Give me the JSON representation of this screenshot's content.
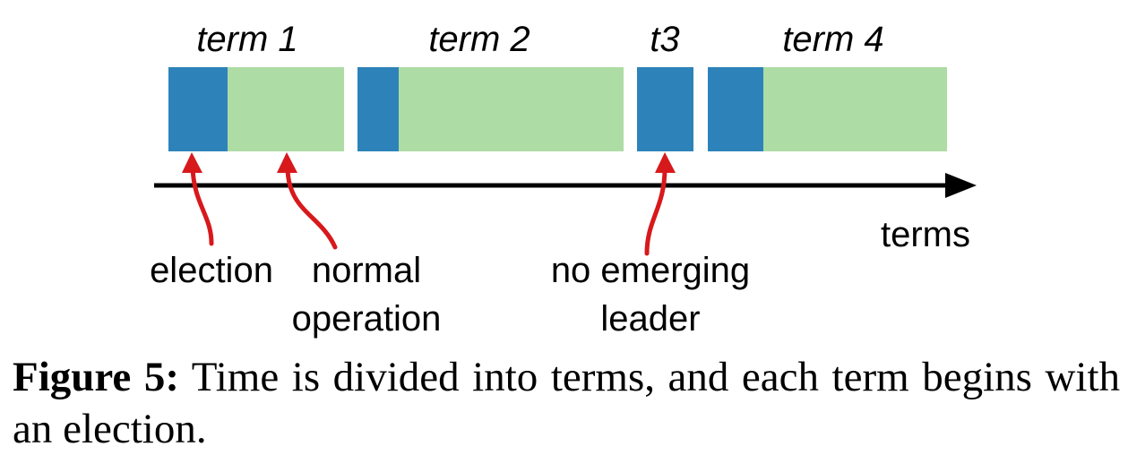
{
  "colors": {
    "election": "#2d83b9",
    "operation": "#addca4",
    "arrow": "#d7191c",
    "axis": "#000000"
  },
  "terms": [
    {
      "label": "term 1",
      "has_operation": true
    },
    {
      "label": "term 2",
      "has_operation": true
    },
    {
      "label": "t3",
      "has_operation": false
    },
    {
      "label": "term 4",
      "has_operation": true
    }
  ],
  "axis": {
    "label": "terms"
  },
  "annotations": {
    "election": [
      "election"
    ],
    "normal_operation": [
      "normal",
      "operation"
    ],
    "no_leader": [
      "no emerging",
      "leader"
    ]
  },
  "caption": {
    "label": "Figure 5:",
    "text": "Time is divided into terms, and each term begins with an election."
  }
}
